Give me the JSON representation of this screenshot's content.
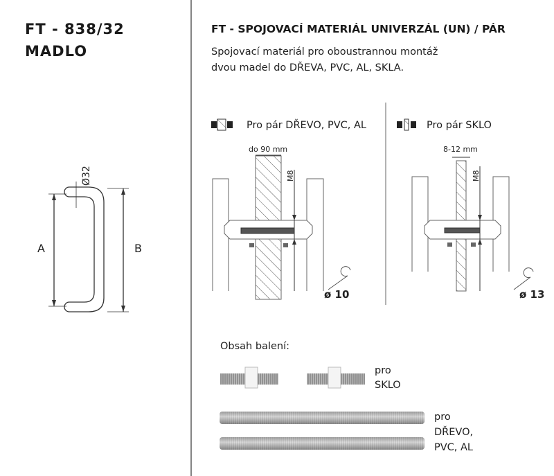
{
  "left": {
    "code": "FT - 838/32",
    "name": "MADLO",
    "dim_diameter": "Ø32",
    "dim_a": "A",
    "dim_b": "B"
  },
  "right": {
    "heading": "FT - SPOJOVACÍ MATERIÁL UNIVERZÁL (UN) / PÁR",
    "desc_line1": "Spojovací materiál pro oboustrannou montáž",
    "desc_line2": "dvou madel do DŘEVA, PVC, AL, SKLA.",
    "wood": {
      "label": "Pro pár DŘEVO, PVC, AL",
      "thickness": "do 90 mm",
      "thread": "M8",
      "drill": "ø 10"
    },
    "glass": {
      "label": "Pro pár SKLO",
      "thickness": "8-12 mm",
      "thread": "M8",
      "drill": "ø 13"
    },
    "package": {
      "title": "Obsah balení:",
      "glass_l1": "pro",
      "glass_l2": "SKLO",
      "wood_l1": "pro",
      "wood_l2": "DŘEVO,",
      "wood_l3": "PVC, AL"
    }
  }
}
